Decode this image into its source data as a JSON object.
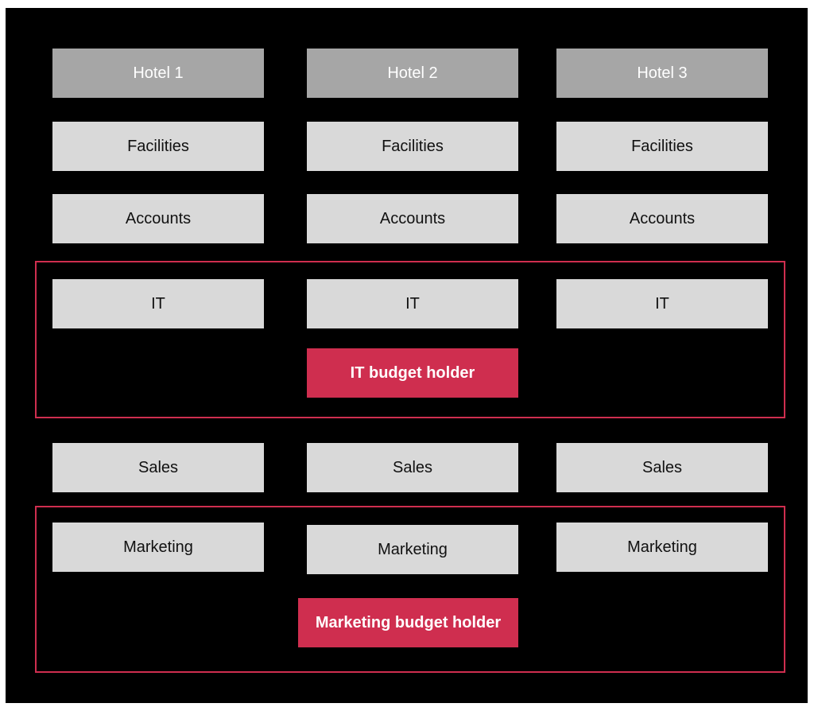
{
  "hotels": [
    "Hotel 1",
    "Hotel 2",
    "Hotel 3"
  ],
  "rows": {
    "facilities": [
      "Facilities",
      "Facilities",
      "Facilities"
    ],
    "accounts": [
      "Accounts",
      "Accounts",
      "Accounts"
    ],
    "it": [
      "IT",
      "IT",
      "IT"
    ],
    "sales": [
      "Sales",
      "Sales",
      "Sales"
    ],
    "marketing": [
      "Marketing",
      "Marketing",
      "Marketing"
    ]
  },
  "budget_holders": {
    "it": "IT budget holder",
    "marketing": "Marketing budget holder"
  },
  "colors": {
    "background": "#000000",
    "hotel_header": "#a6a6a6",
    "department": "#d9d9d9",
    "budget_holder": "#cf2e4f",
    "frame": "#cf2e4f"
  }
}
